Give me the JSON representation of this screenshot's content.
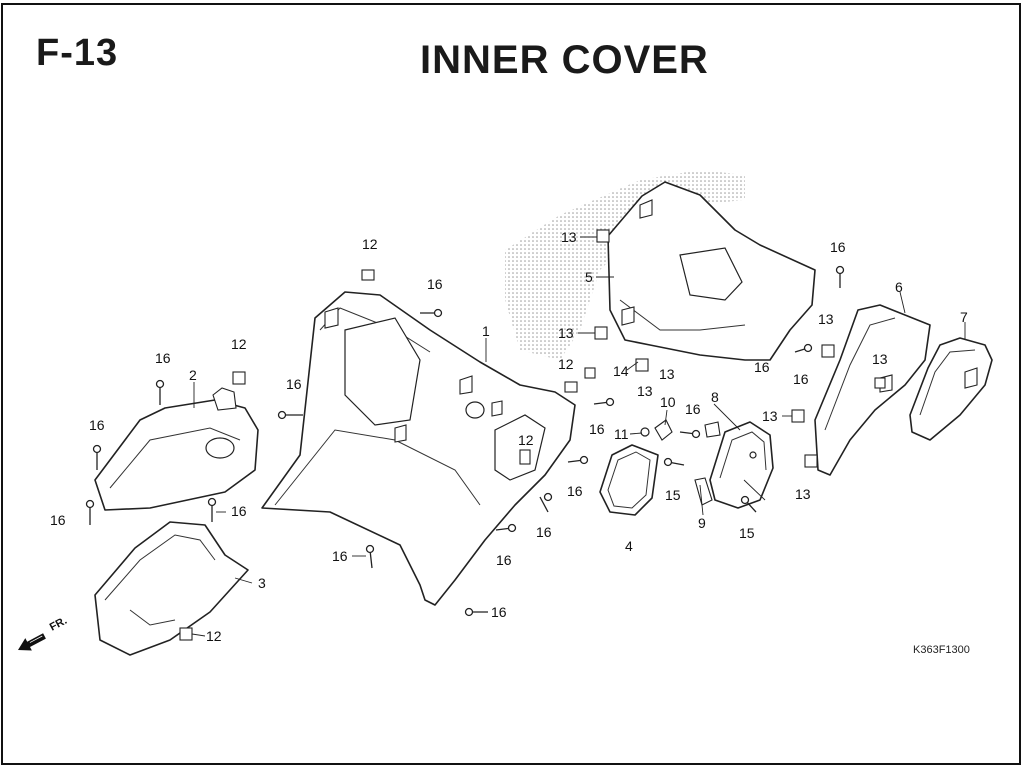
{
  "header": {
    "section_code": "F-13",
    "title": "INNER COVER"
  },
  "footer": {
    "drawing_ref": "K363F1300"
  },
  "direction_marker": {
    "label": "FR.",
    "icon": "front-direction-arrow-icon"
  },
  "callouts": {
    "c1": "1",
    "c2": "2",
    "c3": "3",
    "c4": "4",
    "c5": "5",
    "c6": "6",
    "c7": "7",
    "c8": "8",
    "c9": "9",
    "c10": "10",
    "c11": "11",
    "c12a": "12",
    "c12b": "12",
    "c12c": "12",
    "c12d": "12",
    "c12e": "12",
    "c13a": "13",
    "c13b": "13",
    "c13c": "13",
    "c13d": "13",
    "c13e": "13",
    "c13f": "13",
    "c13g": "13",
    "c13h": "13",
    "c14": "14",
    "c15a": "15",
    "c15b": "15",
    "c16a": "16",
    "c16b": "16",
    "c16c": "16",
    "c16d": "16",
    "c16e": "16",
    "c16f": "16",
    "c16g": "16",
    "c16h": "16",
    "c16i": "16",
    "c16j": "16",
    "c16k": "16",
    "c16l": "16",
    "c16m": "16",
    "c16n": "16",
    "c16o": "16",
    "c16p": "16"
  }
}
